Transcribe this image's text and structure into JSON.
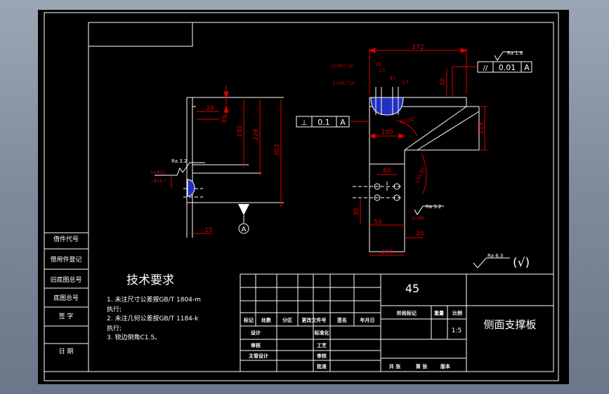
{
  "drawing": {
    "title_block": {
      "material": "45",
      "part_name": "侧面支撑板",
      "scale": "1:5",
      "row_labels": {
        "sign_mark": "标记",
        "count": "处数",
        "zone": "分区",
        "change_doc": "更改文件号",
        "signature": "签名",
        "date": "年月日",
        "designer": "设计",
        "standardize": "标准化",
        "stage_mark": "阶段标记",
        "weight": "重量",
        "ratio": "比例",
        "reviewer": "审核",
        "process": "工艺",
        "approve_main": "主管设计",
        "review2": "审核",
        "approve": "批准",
        "total": "共 张",
        "page": "第 张",
        "version": "版本"
      }
    },
    "side_column": {
      "items": [
        "借件代号",
        "借用件登记",
        "旧底图总号",
        "底图总号",
        "签 字",
        "日 期"
      ]
    },
    "tech_requirements": {
      "heading": "技术要求",
      "lines": [
        "1. 未注尺寸公差按GB/T 1804-m",
        "执行;",
        "2. 未注几何公差按GB/T 1184-k",
        "执行;",
        "3. 锐边倒角C1.5。"
      ]
    },
    "left_view": {
      "dims": {
        "d20a": "20",
        "d20b": "20",
        "d192": "192",
        "d226": "226",
        "d303": "303",
        "d15": "15"
      },
      "roughness": "Ra 3.2",
      "hole1": "4×Φ11",
      "hole2": "⌴Φ18 7",
      "view_label": "A"
    },
    "main_view": {
      "dims": {
        "d272": "272",
        "d30top": "30",
        "d10": "10",
        "d17a": "17",
        "d47": "47",
        "d17b": "17",
        "d100a": "100",
        "d119": "119",
        "a45": "45.00°",
        "r125": "125.00",
        "d60": "60",
        "d30bot": "30",
        "d50": "50",
        "d20": "20",
        "d100b": "100"
      },
      "hole_top1": "2×Φ27 22",
      "hole_top2": "2×Φ5 T10",
      "hole_bot": "2×Φ8",
      "roughness_top": "Ra 1.6",
      "roughness_bot": "Ra 3.2",
      "parallel_tol": {
        "symbol": "//",
        "value": "0.01",
        "datum": "A"
      },
      "perp_tol": {
        "symbol": "⊥",
        "value": "0.1",
        "datum": "A"
      }
    },
    "general_roughness": "Ra 6.3",
    "general_roughness_paren": "(√)"
  }
}
